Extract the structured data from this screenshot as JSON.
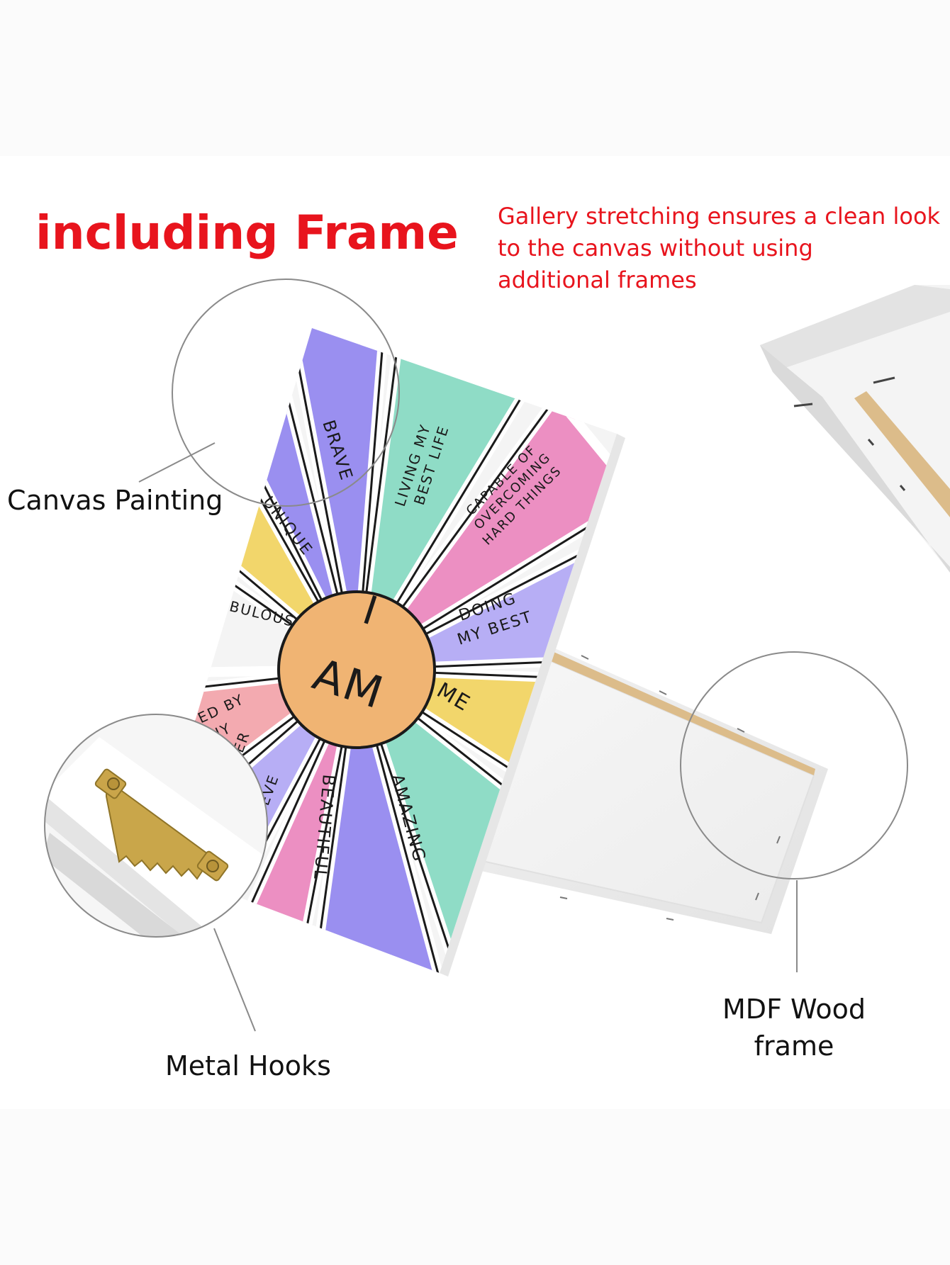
{
  "headline": "including Frame",
  "gallery_note": {
    "line1": "Gallery stretching ensures a clean look",
    "line2": "to the canvas without using",
    "line3": "additional frames"
  },
  "callouts": {
    "canvas_painting": "Canvas Painting",
    "metal_hooks": "Metal Hooks",
    "mdf_line1": "MDF Wood",
    "mdf_line2": "frame"
  },
  "painting": {
    "center_top": "I",
    "center_bottom": "AM",
    "words": {
      "brave": "BRAVE",
      "living_1": "LIVING MY",
      "living_2": "BEST LIFE",
      "capable_1": "CAPABLE OF",
      "capable_2": "OVERCOMING",
      "capable_3": "HARD THINGS",
      "unique": "UNIQUE",
      "fabulous": "FABULOUS",
      "doing_1": "DOING",
      "doing_2": "MY BEST",
      "me": "ME",
      "loved_1": "LOVED BY",
      "loved_2": "MANY",
      "stronger_1": "GER",
      "stronger_2": "I",
      "stronger_3": "EVE",
      "beautiful": "BEAUTIFUL",
      "amazing": "AMAZING"
    }
  },
  "colors": {
    "headline_red": "#e8141d",
    "purple": "#9a8ff0",
    "lavender": "#b7aef5",
    "mint": "#8fdcc6",
    "pink": "#ec8fc2",
    "yellow": "#f2d66b",
    "salmon": "#f3aab0",
    "center_orange": "#f0b473",
    "wood": "#dcbc8a"
  }
}
